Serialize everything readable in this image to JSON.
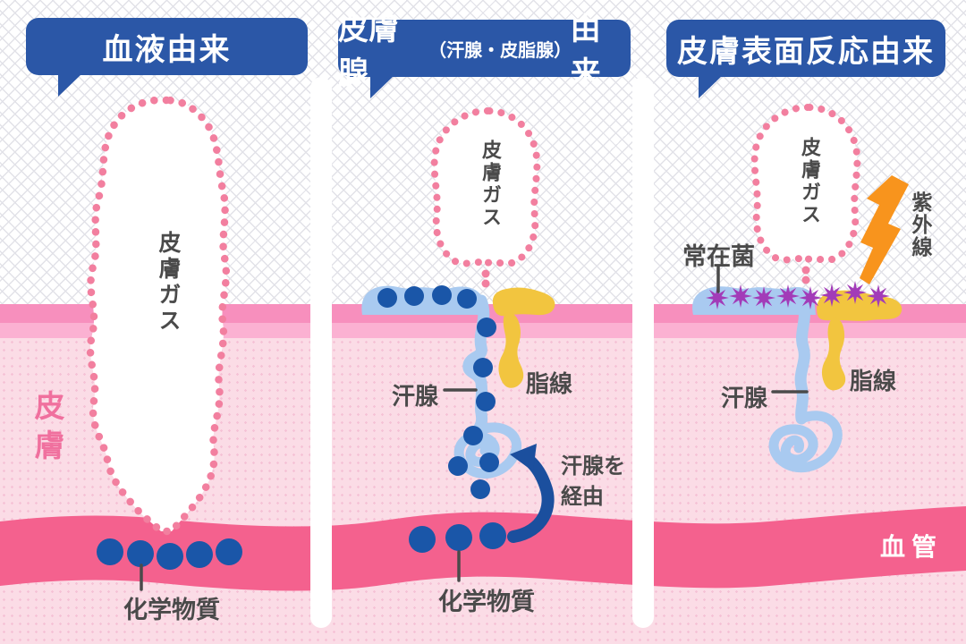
{
  "diagram_title": "skin-gas-origins-diagram",
  "colors": {
    "title_bubble_blue": "#2B57A7",
    "dot_outline_pink": "#F27F9F",
    "skin_band_dark": "#F78FBD",
    "skin_band_light": "#FBB1D2",
    "dermis_pink": "#FBDCE6",
    "blood_vessel_pink": "#F4618E",
    "chemical_dot_blue": "#1A56A8",
    "sweat_blue": "#A9CAF0",
    "sebum_yellow": "#F2C53F",
    "bacteria_purple": "#A23BB8",
    "uv_orange": "#F8941D",
    "label_gray": "#4A4A4A",
    "skin_label_pink": "#F0709E"
  },
  "panels": [
    {
      "title": "血液由来",
      "gas_label": "皮膚ガス",
      "skin_label": "皮膚",
      "chemical_label": "化学物質"
    },
    {
      "title_main": "皮膚腺",
      "title_paren": "（汗腺・皮脂腺）",
      "title_suffix": "由来",
      "gas_label": "皮膚ガス",
      "sweat_gland_label": "汗腺",
      "sebaceous_gland_label": "脂線",
      "via_line1": "汗腺を",
      "via_line2": "経由",
      "chemical_label": "化学物質"
    },
    {
      "title": "皮膚表面反応由来",
      "gas_label": "皮膚ガス",
      "bacteria_label": "常在菌",
      "uv_label": "紫外線",
      "sweat_gland_label": "汗腺",
      "sebaceous_gland_label": "脂線",
      "vessel_label": "血管"
    }
  ]
}
